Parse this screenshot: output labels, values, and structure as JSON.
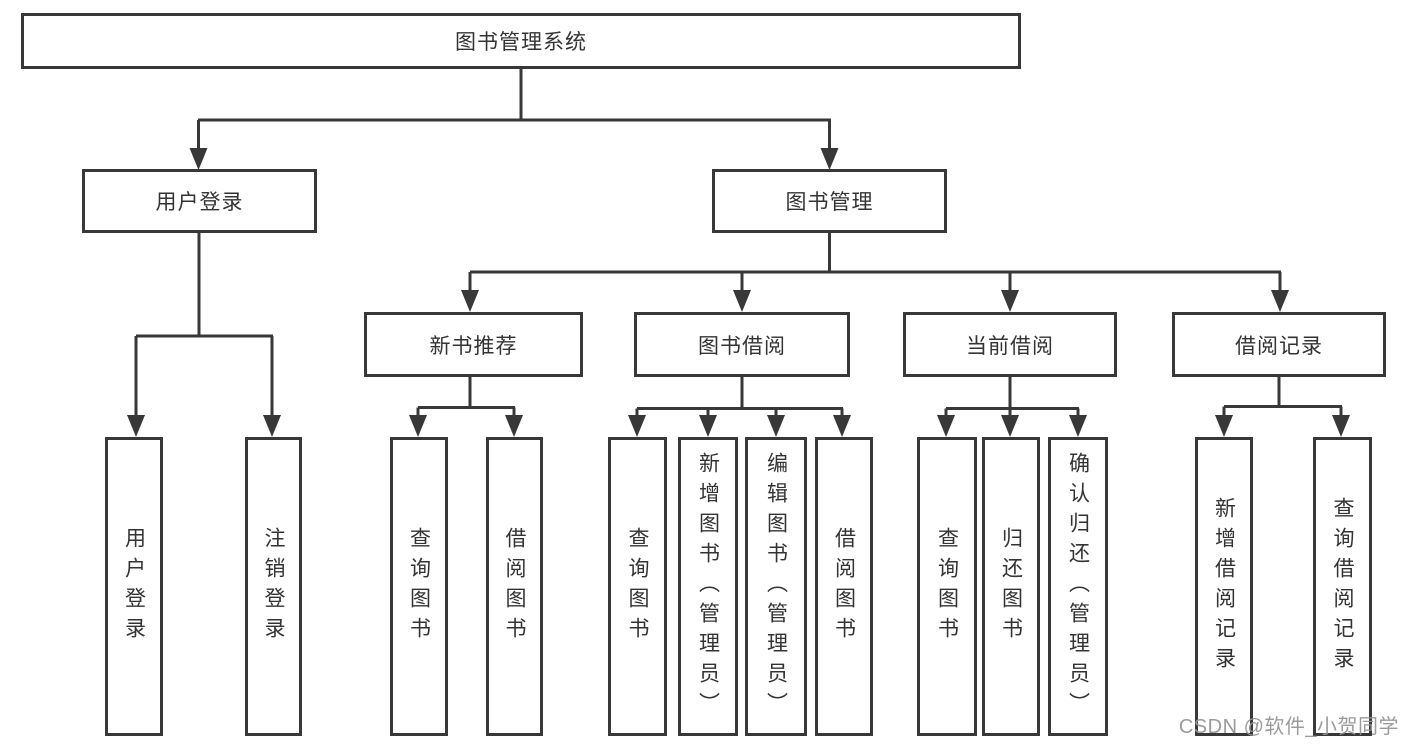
{
  "diagram": {
    "root": {
      "label": "图书管理系统"
    },
    "branches": [
      {
        "label": "用户登录",
        "children": [
          {
            "label": "用户登录"
          },
          {
            "label": "注销登录"
          }
        ]
      },
      {
        "label": "图书管理",
        "children": [
          {
            "label": "新书推荐",
            "children": [
              {
                "label": "查询图书"
              },
              {
                "label": "借阅图书"
              }
            ]
          },
          {
            "label": "图书借阅",
            "children": [
              {
                "label": "查询图书"
              },
              {
                "label": "新增图书（管理员）"
              },
              {
                "label": "编辑图书（管理员）"
              },
              {
                "label": "借阅图书"
              }
            ]
          },
          {
            "label": "当前借阅",
            "children": [
              {
                "label": "查询图书"
              },
              {
                "label": "归还图书"
              },
              {
                "label": "确认归还（管理员）"
              }
            ]
          },
          {
            "label": "借阅记录",
            "children": [
              {
                "label": "新增借阅记录"
              },
              {
                "label": "查询借阅记录"
              }
            ]
          }
        ]
      }
    ]
  },
  "watermark": "CSDN @软件_小贺同学",
  "colors": {
    "line": "#383838",
    "box_border": "#383838",
    "text": "#333333",
    "watermark": "#969698",
    "background": "#ffffff"
  }
}
